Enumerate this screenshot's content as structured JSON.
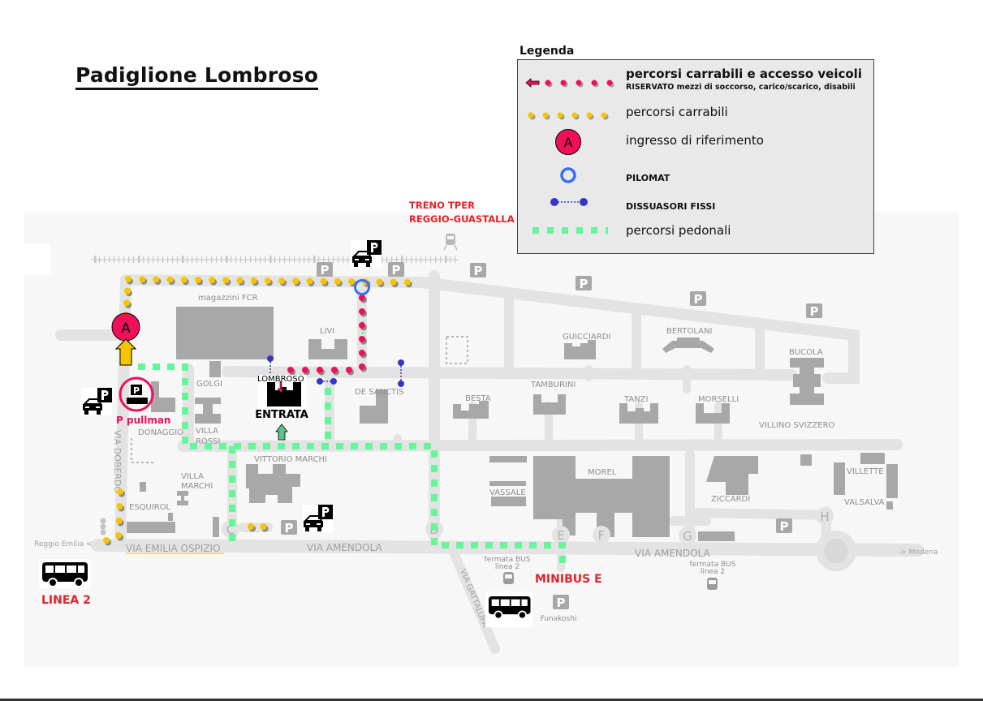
{
  "title": "Padiglione Lombroso",
  "legend": {
    "heading": "Legenda",
    "items": [
      {
        "icon": "red-dotted-route-arrow-icon",
        "label": "percorsi carrabili e accesso veicoli",
        "sublabel": "RISERVATO mezzi di soccorso, carico/scarico, disabili"
      },
      {
        "icon": "yellow-dotted-route-icon",
        "label": "percorsi carrabili"
      },
      {
        "icon": "entrance-marker-icon",
        "marker_letter": "A",
        "label": "ingresso di riferimento"
      },
      {
        "icon": "pilomat-ring-icon",
        "label": "PILOMAT"
      },
      {
        "icon": "fixed-bollards-icon",
        "label": "DISSUASORI FISSI"
      },
      {
        "icon": "green-dashed-route-icon",
        "label": "percorsi pedonali"
      }
    ]
  },
  "colors": {
    "restricted_route": "#f0105a",
    "vehicle_route": "#f7c400",
    "pedestrian_route": "#66f598",
    "pilomat": "#3a6ff0",
    "bollards": "#3535c8",
    "road": "#e3e3e3",
    "building": "#a8a8a8",
    "label_red": "#e8202a",
    "pullman_ring": "#f0105a"
  },
  "map": {
    "train_label_line1": "TRENO TPER",
    "train_label_line2": "REGGIO-GUASTALLA",
    "entrance_marker": "A",
    "entrata_label": "ENTRATA",
    "lombroso_label": "LOMBROSO",
    "p_pullman_label": "P pullman",
    "linea2_label": "LINEA 2",
    "minibus_label": "MINIBUS E",
    "parking_letter": "P",
    "buildings": {
      "magazzini": "magazzini FCR",
      "livi": "LIVI",
      "golgi": "GOLGI",
      "donaggio": "DONAGGIO",
      "villa_rossi_1": "VILLA",
      "villa_rossi_2": "ROSSI",
      "de_sanctis": "DE SANCTIS",
      "besta": "BESTA",
      "tamburini": "TAMBURINI",
      "guicciardi": "GUICCIARDI",
      "bertolani": "BERTOLANI",
      "tanzi": "TANZI",
      "morselli": "MORSELLI",
      "bucola": "BUCOLA",
      "villino_svizzero": "VILLINO SVIZZERO",
      "vittorio_marchi": "VITTORIO MARCHI",
      "villa_marchi_1": "VILLA",
      "villa_marchi_2": "MARCHI",
      "esquirol": "ESQUIROL",
      "vassale": "VASSALE",
      "morel": "MOREL",
      "ziccardi": "ZICCARDI",
      "villette": "VILLETTE",
      "valsalva": "VALSALVA"
    },
    "streets": {
      "via_doberdo": "VIA DOBERDO'",
      "via_emilia_ospizio": "VIA EMILIA OSPIZIO",
      "via_amendola_1": "VIA AMENDOLA",
      "via_amendola_2": "VIA AMENDOLA",
      "via_gattalupa": "VIA GATTALUPA",
      "reggio_emilia": "Reggio Emilia <",
      "modena": "-> Modena"
    },
    "gates": [
      "C",
      "D",
      "E",
      "F",
      "G",
      "H"
    ],
    "bus_stop_1_line1": "fermata BUS",
    "bus_stop_1_line2": "linea 2",
    "bus_stop_2_line1": "fermata BUS",
    "bus_stop_2_line2": "linea 2",
    "funakoshi": "Funakoshi"
  }
}
